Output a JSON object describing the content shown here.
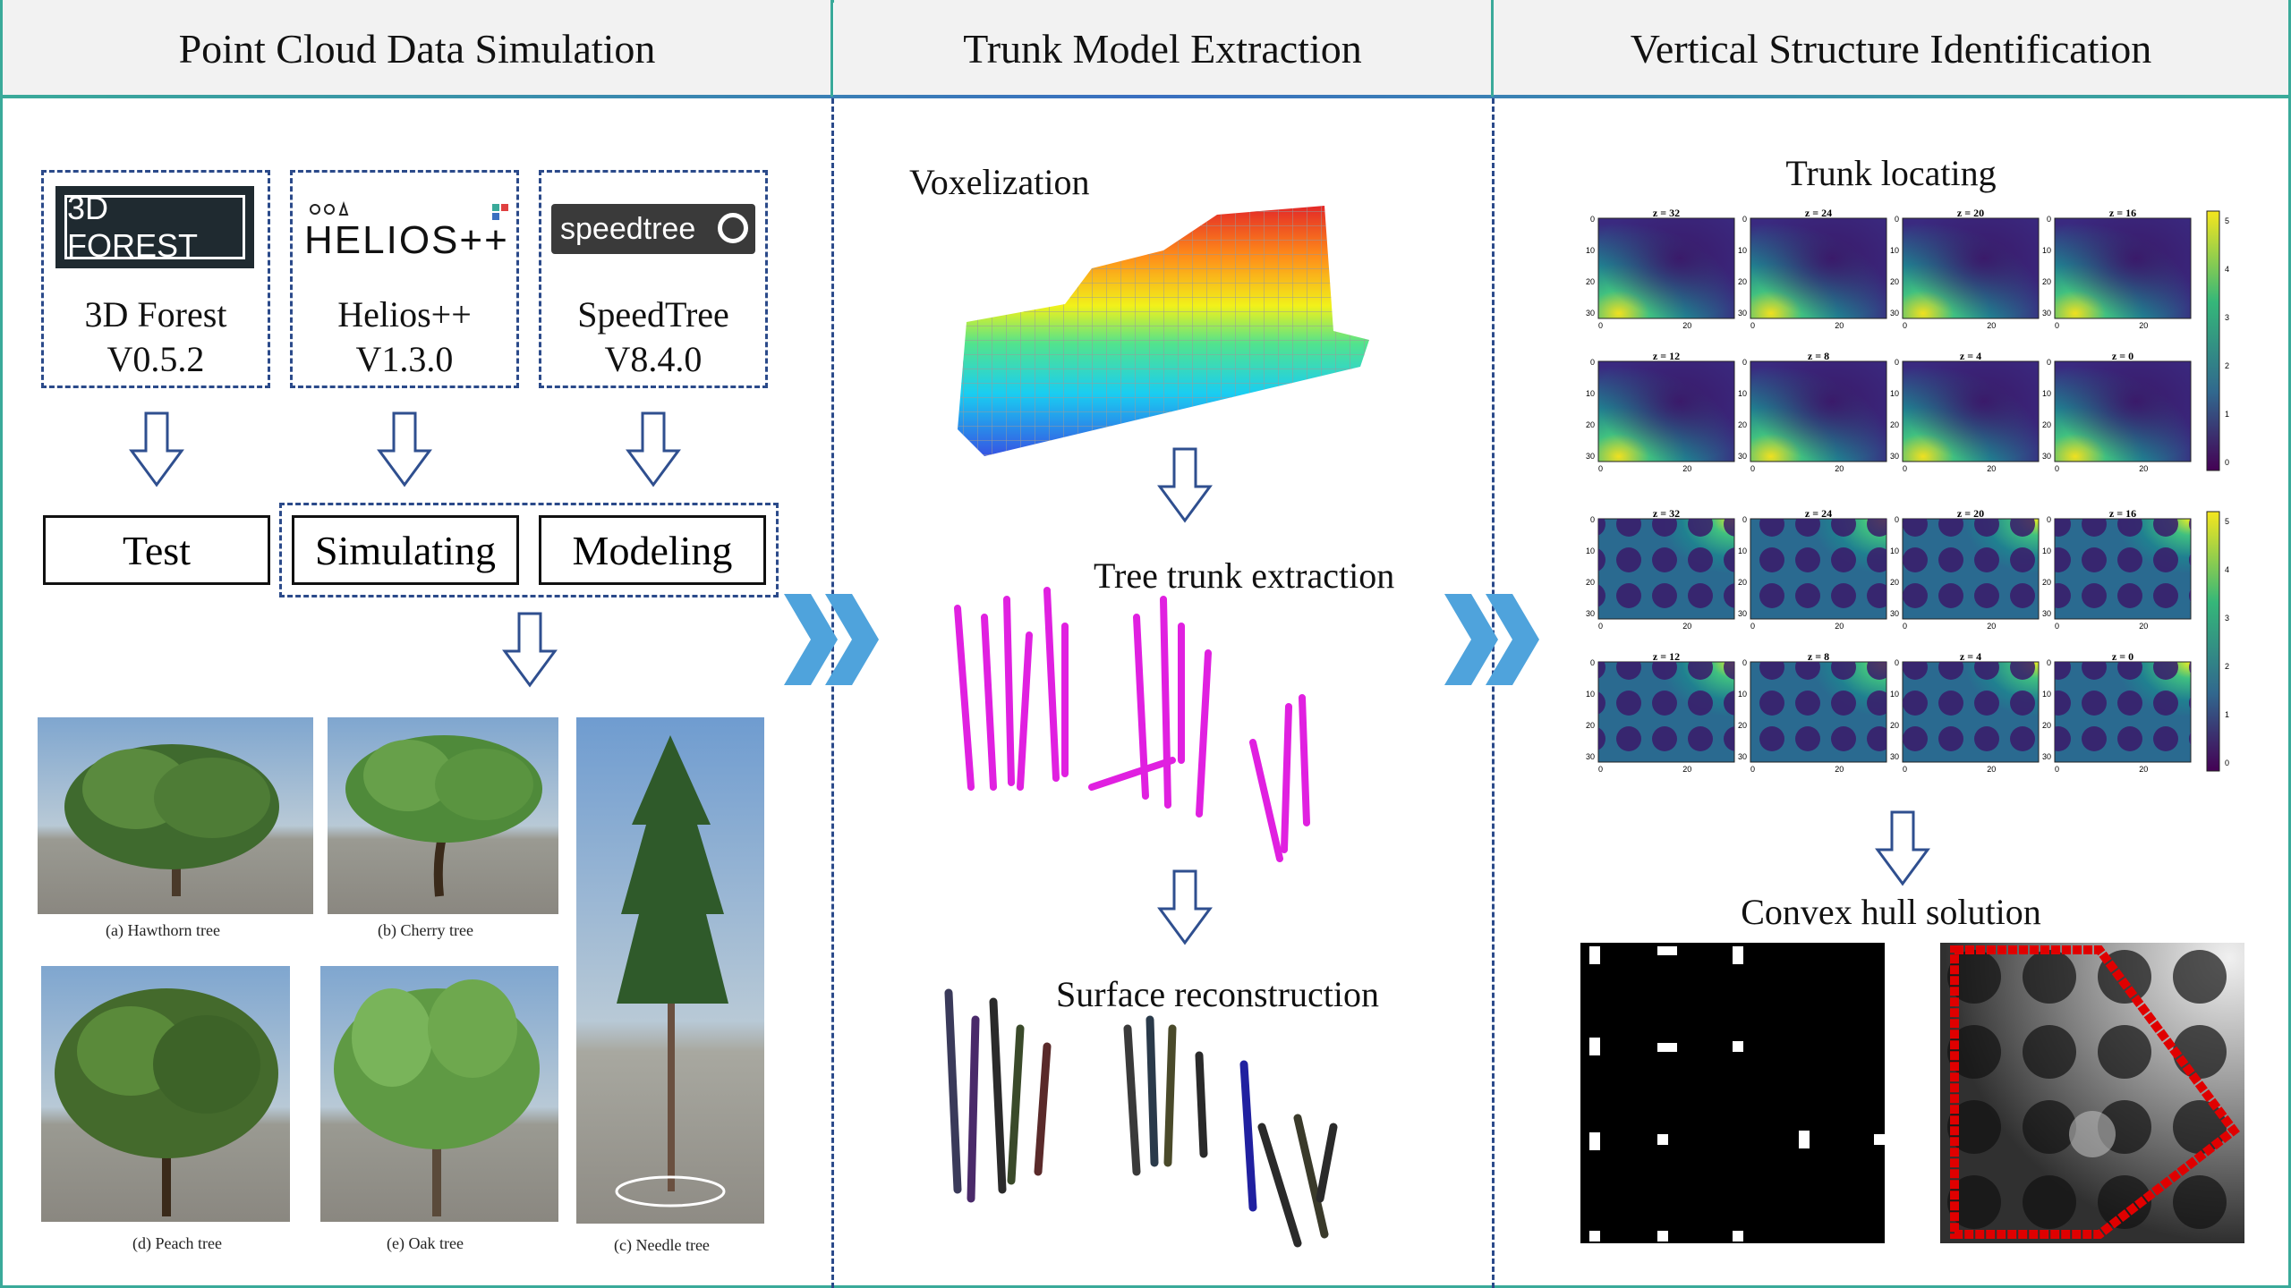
{
  "columns": [
    {
      "title": "Point Cloud Data Simulation"
    },
    {
      "title": "Trunk Model Extraction"
    },
    {
      "title": "Vertical Structure Identification"
    }
  ],
  "software": [
    {
      "logo": "3D FOREST",
      "name": "3D Forest",
      "version": "V0.5.2"
    },
    {
      "logo": "HELIOS++",
      "name": "Helios++",
      "version": "V1.3.0"
    },
    {
      "logo": "speedtree",
      "name": "SpeedTree",
      "version": "V8.4.0"
    }
  ],
  "stages": {
    "test": "Test",
    "simulating": "Simulating",
    "modeling": "Modeling"
  },
  "tree_captions": {
    "hawthorn": "(a)  Hawthorn tree",
    "cherry": "(b) Cherry tree",
    "needle": "(c) Needle tree",
    "peach": "(d) Peach tree",
    "oak": "(e) Oak tree"
  },
  "extraction": {
    "voxelization": "Voxelization",
    "trunk": "Tree trunk extraction",
    "surface": "Surface reconstruction"
  },
  "structure": {
    "locating": "Trunk locating",
    "hull": "Convex hull solution",
    "grid1_labels": [
      "z = 32",
      "z = 24",
      "z = 20",
      "z = 16",
      "z = 12",
      "z = 8",
      "z = 4",
      "z = 0"
    ],
    "grid2_labels": [
      "z = 32",
      "z = 24",
      "z = 20",
      "z = 16",
      "z = 12",
      "z = 8",
      "z = 4",
      "z = 0"
    ],
    "cb1_ticks": [
      "5",
      "4",
      "3",
      "2",
      "1",
      "0"
    ],
    "cb2_ticks": [
      "5",
      "4",
      "3",
      "2",
      "1",
      "0"
    ],
    "axis_y_ticks": [
      "0",
      "10",
      "20",
      "30"
    ],
    "axis_x_tick": "0",
    "axis_x_tick2": "20"
  },
  "colors": {
    "arrow_blue": "#2f4f8f",
    "chevron": "#4fa3dc",
    "trunk_magenta": "#e020e0",
    "hull_red": "#e00000",
    "border_teal": "#3aaa9a"
  }
}
